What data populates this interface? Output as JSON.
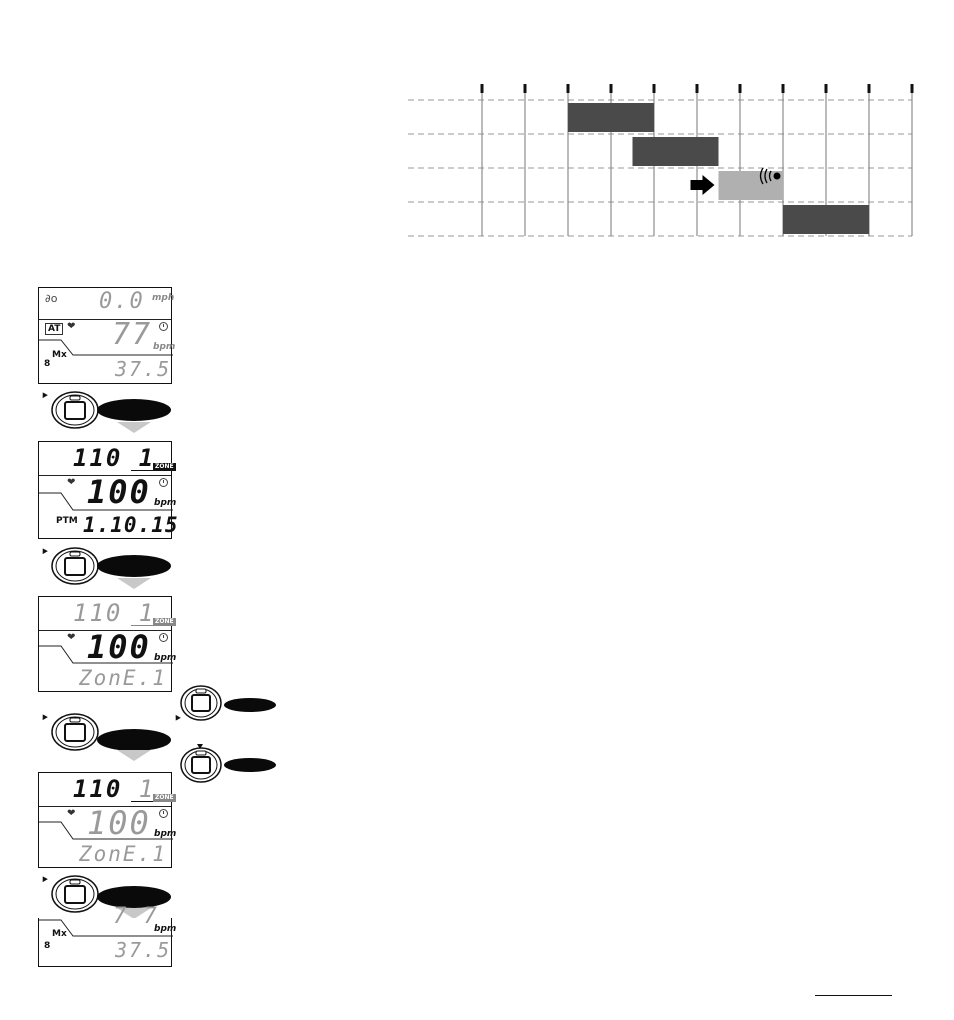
{
  "zone_chart": {
    "columns": 10,
    "rows": 4,
    "bars": [
      {
        "row": 1,
        "start": 2,
        "end": 4,
        "style": "dark"
      },
      {
        "row": 2,
        "start": 3.5,
        "end": 5.5,
        "style": "dark"
      },
      {
        "row": 3,
        "start": 5.5,
        "end": 7,
        "style": "light"
      },
      {
        "row": 4,
        "start": 7,
        "end": 9,
        "style": "dark"
      }
    ],
    "arrow_row": 3,
    "alarm_icon": "alarm-beep-icon",
    "colors": {
      "dark": "#4a4a4a",
      "light": "#b0b0b0",
      "grid": "#999999"
    }
  },
  "screens": [
    {
      "top_value": "0.0",
      "top_unit": "mph",
      "cadence_icon": "cadence-icon",
      "at_label": "AT",
      "mid_value": "77",
      "mid_unit": "bpm",
      "bottom_label": "Mx",
      "bottom_prefix": "8",
      "bottom_value": "37.5"
    },
    {
      "top_value": "110 1",
      "zone_badge": "ZONE",
      "mid_value": "100",
      "mid_unit": "bpm",
      "bottom_label": "PTM",
      "bottom_value": "1.10.15"
    },
    {
      "top_value": "110 1",
      "zone_badge": "ZONE",
      "mid_value": "100",
      "mid_unit": "bpm",
      "bottom_value": "ZonE.1"
    },
    {
      "top_value": "110 1",
      "zone_badge": "ZONE",
      "mid_value": "100",
      "mid_unit": "bpm",
      "bottom_value": "ZonE.1"
    },
    {
      "mid_unit": "bpm",
      "bottom_label": "Mx",
      "bottom_prefix": "8",
      "bottom_value": "37.5"
    }
  ]
}
